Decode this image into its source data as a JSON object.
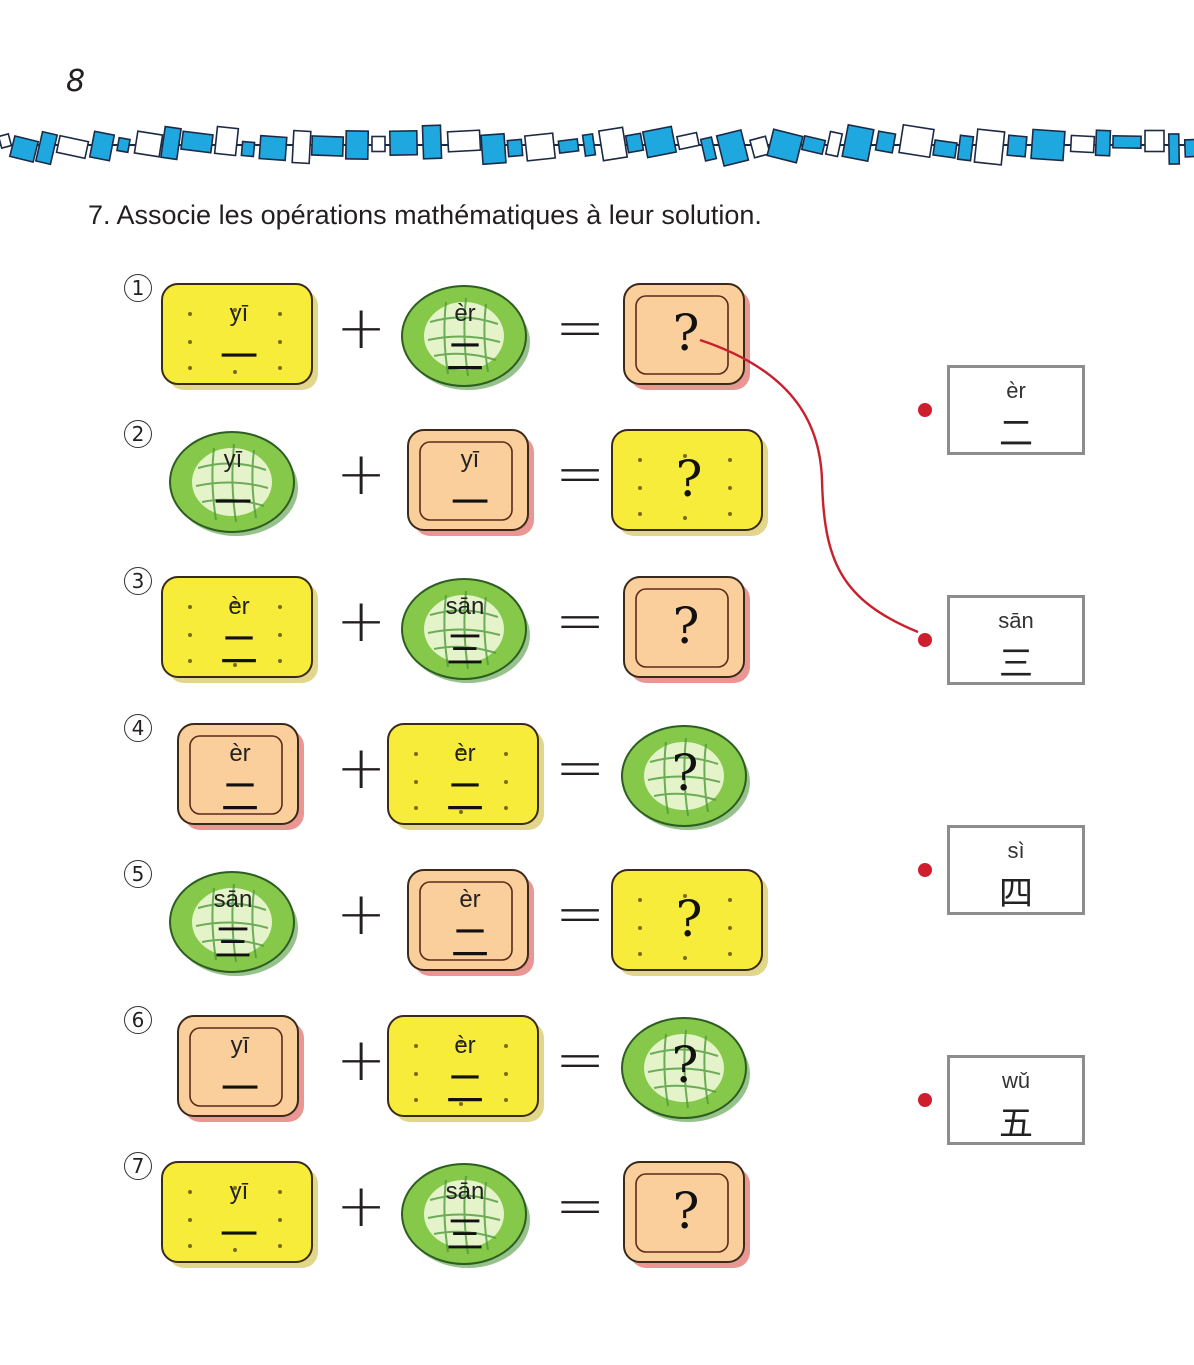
{
  "page": {
    "number": "8"
  },
  "exercise": {
    "instruction": "7. Associe les opérations mathématiques à leur solution.",
    "plus_sign": "+",
    "equals_sign": "=",
    "question_mark": "?",
    "rows": [
      {
        "num": "1",
        "a": {
          "color": "yellow",
          "shape": "square",
          "pinyin": "yī",
          "hanzi": "一"
        },
        "b": {
          "color": "green",
          "shape": "round",
          "pinyin": "èr",
          "hanzi": "二"
        },
        "result": {
          "color": "red",
          "shape": "square"
        }
      },
      {
        "num": "2",
        "a": {
          "color": "green",
          "shape": "round",
          "pinyin": "yī",
          "hanzi": "一"
        },
        "b": {
          "color": "red",
          "shape": "square",
          "pinyin": "yī",
          "hanzi": "一"
        },
        "result": {
          "color": "yellow",
          "shape": "square"
        }
      },
      {
        "num": "3",
        "a": {
          "color": "yellow",
          "shape": "square",
          "pinyin": "èr",
          "hanzi": "二"
        },
        "b": {
          "color": "green",
          "shape": "round",
          "pinyin": "sān",
          "hanzi": "三"
        },
        "result": {
          "color": "red",
          "shape": "square"
        }
      },
      {
        "num": "4",
        "a": {
          "color": "red",
          "shape": "square",
          "pinyin": "èr",
          "hanzi": "二"
        },
        "b": {
          "color": "yellow",
          "shape": "square",
          "pinyin": "èr",
          "hanzi": "二"
        },
        "result": {
          "color": "green",
          "shape": "round"
        }
      },
      {
        "num": "5",
        "a": {
          "color": "green",
          "shape": "round",
          "pinyin": "sān",
          "hanzi": "三"
        },
        "b": {
          "color": "red",
          "shape": "square",
          "pinyin": "èr",
          "hanzi": "二"
        },
        "result": {
          "color": "yellow",
          "shape": "square"
        }
      },
      {
        "num": "6",
        "a": {
          "color": "red",
          "shape": "square",
          "pinyin": "yī",
          "hanzi": "一"
        },
        "b": {
          "color": "yellow",
          "shape": "square",
          "pinyin": "èr",
          "hanzi": "二"
        },
        "result": {
          "color": "green",
          "shape": "round"
        }
      },
      {
        "num": "7",
        "a": {
          "color": "yellow",
          "shape": "square",
          "pinyin": "yī",
          "hanzi": "一"
        },
        "b": {
          "color": "green",
          "shape": "round",
          "pinyin": "sān",
          "hanzi": "三"
        },
        "result": {
          "color": "red",
          "shape": "square"
        }
      }
    ]
  },
  "answers": [
    {
      "pinyin": "èr",
      "hanzi": "二"
    },
    {
      "pinyin": "sān",
      "hanzi": "三"
    },
    {
      "pinyin": "sì",
      "hanzi": "四"
    },
    {
      "pinyin": "wǔ",
      "hanzi": "五"
    }
  ],
  "example_connection": {
    "from_row": "1",
    "to_answer": "sān"
  },
  "colors": {
    "border_blue": "#1fa8e0",
    "connector_red": "#c8202c",
    "answer_dot": "#cf1f2e",
    "answer_border": "#8d8d8d",
    "yellow_fill": "#f7ec3a",
    "yellow_edge": "#c9b52a",
    "green_fill": "#86c84a",
    "green_center": "#eef7d8",
    "green_edge": "#3f8f2c",
    "red_fill": "#fbcf9c",
    "red_edge": "#d8423a"
  }
}
